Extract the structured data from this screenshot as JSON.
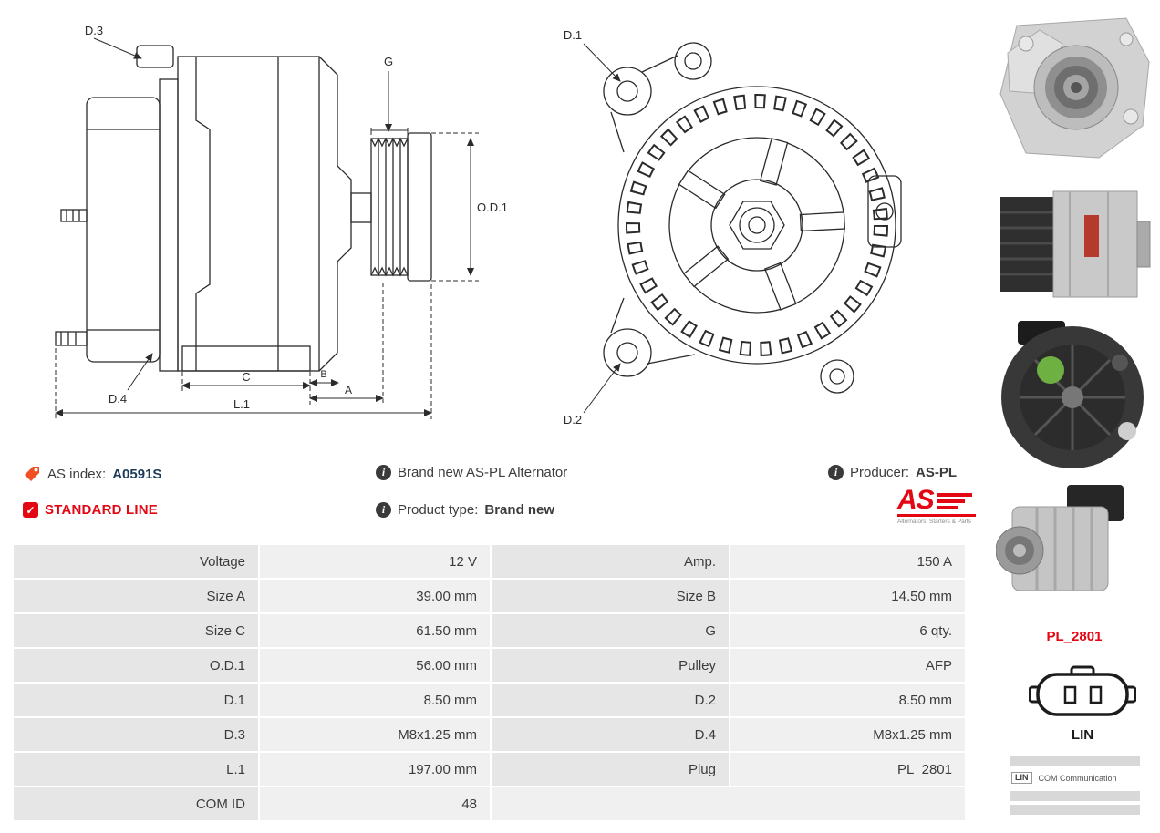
{
  "diagram": {
    "side_labels": {
      "d3": "D.3",
      "g": "G",
      "od1": "O.D.1",
      "d4": "D.4",
      "c": "C",
      "b": "B",
      "a": "A",
      "l1": "L.1"
    },
    "front_labels": {
      "d1": "D.1",
      "d2": "D.2"
    }
  },
  "info": {
    "as_index": {
      "label": "AS index:",
      "value": "A0591S"
    },
    "standard_line": "STANDARD LINE",
    "brand_new": "Brand new AS-PL Alternator",
    "product_type": {
      "label": "Product type:",
      "value": "Brand new"
    },
    "producer": {
      "label": "Producer:",
      "value": "AS-PL"
    }
  },
  "logo": {
    "text": "AS",
    "subtitle": "Alternators, Starters & Parts"
  },
  "side_panel": {
    "plug_code": "PL_2801",
    "plug_label": "LIN",
    "legend_key": "LIN",
    "legend_value": "COM Communication"
  },
  "spec_table": {
    "rows": [
      {
        "label1": "Voltage",
        "value1": "12 V",
        "label2": "Amp.",
        "value2": "150 A"
      },
      {
        "label1": "Size A",
        "value1": "39.00 mm",
        "label2": "Size B",
        "value2": "14.50 mm"
      },
      {
        "label1": "Size C",
        "value1": "61.50 mm",
        "label2": "G",
        "value2": "6 qty."
      },
      {
        "label1": "O.D.1",
        "value1": "56.00 mm",
        "label2": "Pulley",
        "value2": "AFP"
      },
      {
        "label1": "D.1",
        "value1": "8.50 mm",
        "label2": "D.2",
        "value2": "8.50 mm"
      },
      {
        "label1": "D.3",
        "value1": "M8x1.25 mm",
        "label2": "D.4",
        "value2": "M8x1.25 mm"
      },
      {
        "label1": "L.1",
        "value1": "197.00 mm",
        "label2": "Plug",
        "value2": "PL_2801"
      },
      {
        "label1": "COM ID",
        "value1": "48",
        "label2": "",
        "value2": ""
      }
    ]
  },
  "colors": {
    "accent_red": "#e30613",
    "index_navy": "#1d3c5c",
    "row_label_gray": "#e6e6e6",
    "row_value_gray": "#f0f0f0"
  }
}
